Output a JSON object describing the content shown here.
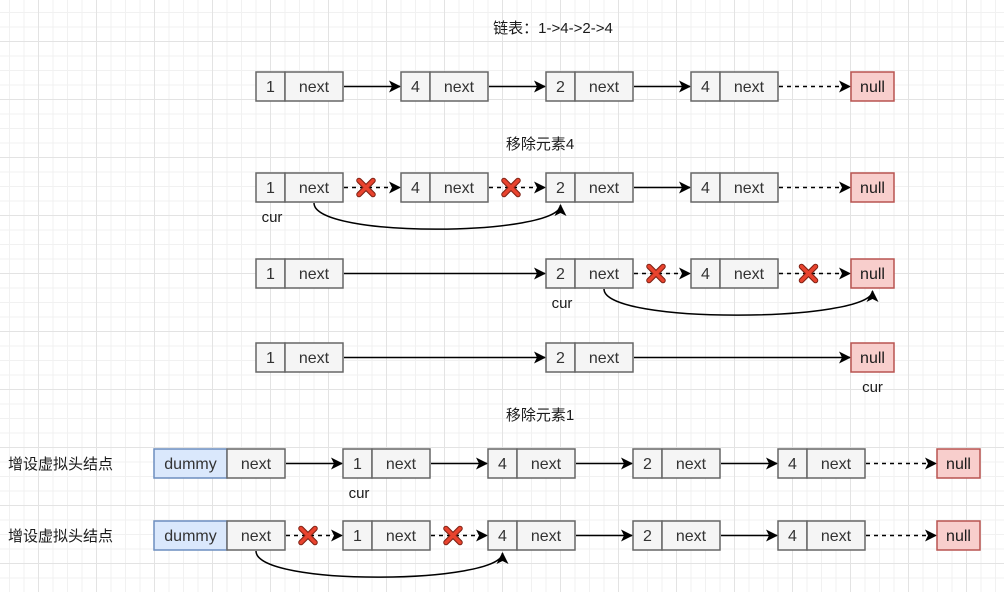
{
  "title": "链表：1->4->2->4",
  "colors": {
    "node_fill": "#f5f5f5",
    "node_stroke": "#666666",
    "null_fill": "#f8cecc",
    "null_stroke": "#b85450",
    "dummy_fill": "#dae8fc",
    "dummy_stroke": "#6c8ebf",
    "arrow": "#000000",
    "cross": "#e8432e"
  },
  "section_labels": [
    {
      "text": "链表：1->4->2->4"
    },
    {
      "text": "移除元素4"
    },
    {
      "text": "移除元素1"
    }
  ],
  "side_labels": [
    {
      "text": "增设虚拟头结点",
      "row": 4
    },
    {
      "text": "增设虚拟头结点",
      "row": 5
    }
  ],
  "next_label": "next",
  "null_label": "null",
  "dummy_label": "dummy",
  "cur_label": "cur",
  "rows": [
    {
      "name": "original-list",
      "nodes": [
        {
          "value": "1"
        },
        {
          "value": "4"
        },
        {
          "value": "2"
        },
        {
          "value": "4"
        },
        {
          "value": "null",
          "type": "null"
        }
      ],
      "links": [
        {
          "from": 0,
          "to": 1,
          "style": "solid"
        },
        {
          "from": 1,
          "to": 2,
          "style": "solid"
        },
        {
          "from": 2,
          "to": 3,
          "style": "solid"
        },
        {
          "from": 3,
          "to": 4,
          "style": "dashed"
        }
      ],
      "cur": null
    },
    {
      "name": "remove-4-step-1",
      "nodes": [
        {
          "value": "1"
        },
        {
          "value": "4"
        },
        {
          "value": "2"
        },
        {
          "value": "4"
        },
        {
          "value": "null",
          "type": "null"
        }
      ],
      "links": [
        {
          "from": 0,
          "to": 1,
          "style": "dashed",
          "crossed": true
        },
        {
          "from": 1,
          "to": 2,
          "style": "dashed",
          "crossed": true
        },
        {
          "from": 2,
          "to": 3,
          "style": "solid"
        },
        {
          "from": 3,
          "to": 4,
          "style": "dashed"
        }
      ],
      "bypass": {
        "from": 0,
        "to": 2
      },
      "cur": 0
    },
    {
      "name": "remove-4-step-2",
      "nodes": [
        {
          "value": "1"
        },
        {
          "value": "2",
          "slot": 2
        },
        {
          "value": "4",
          "slot": 3
        },
        {
          "value": "null",
          "type": "null",
          "slot": 4
        }
      ],
      "links": [
        {
          "from": 0,
          "to": 1,
          "style": "solid"
        },
        {
          "from": 1,
          "to": 2,
          "style": "dashed",
          "crossed": true
        },
        {
          "from": 2,
          "to": 3,
          "style": "dashed",
          "crossed": true
        }
      ],
      "bypass": {
        "from": 1,
        "to": 3
      },
      "cur": 1
    },
    {
      "name": "remove-4-result",
      "nodes": [
        {
          "value": "1"
        },
        {
          "value": "2",
          "slot": 2
        },
        {
          "value": "null",
          "type": "null",
          "slot": 4
        }
      ],
      "links": [
        {
          "from": 0,
          "to": 1,
          "style": "solid"
        },
        {
          "from": 1,
          "to": 2,
          "style": "solid"
        }
      ],
      "cur": 2
    },
    {
      "name": "dummy-head-list",
      "nodes": [
        {
          "value": "dummy",
          "type": "dummy"
        },
        {
          "value": "1"
        },
        {
          "value": "4"
        },
        {
          "value": "2"
        },
        {
          "value": "4"
        },
        {
          "value": "null",
          "type": "null"
        }
      ],
      "links": [
        {
          "from": 0,
          "to": 1,
          "style": "solid"
        },
        {
          "from": 1,
          "to": 2,
          "style": "solid"
        },
        {
          "from": 2,
          "to": 3,
          "style": "solid"
        },
        {
          "from": 3,
          "to": 4,
          "style": "solid"
        },
        {
          "from": 4,
          "to": 5,
          "style": "dashed"
        }
      ],
      "cur": 1
    },
    {
      "name": "dummy-head-remove-1",
      "nodes": [
        {
          "value": "dummy",
          "type": "dummy"
        },
        {
          "value": "1"
        },
        {
          "value": "4"
        },
        {
          "value": "2"
        },
        {
          "value": "4"
        },
        {
          "value": "null",
          "type": "null"
        }
      ],
      "links": [
        {
          "from": 0,
          "to": 1,
          "style": "dashed",
          "crossed": true
        },
        {
          "from": 1,
          "to": 2,
          "style": "dashed",
          "crossed": true
        },
        {
          "from": 2,
          "to": 3,
          "style": "solid"
        },
        {
          "from": 3,
          "to": 4,
          "style": "solid"
        },
        {
          "from": 4,
          "to": 5,
          "style": "dashed"
        }
      ],
      "bypass": {
        "from": 0,
        "to": 2
      },
      "cur": null
    }
  ]
}
